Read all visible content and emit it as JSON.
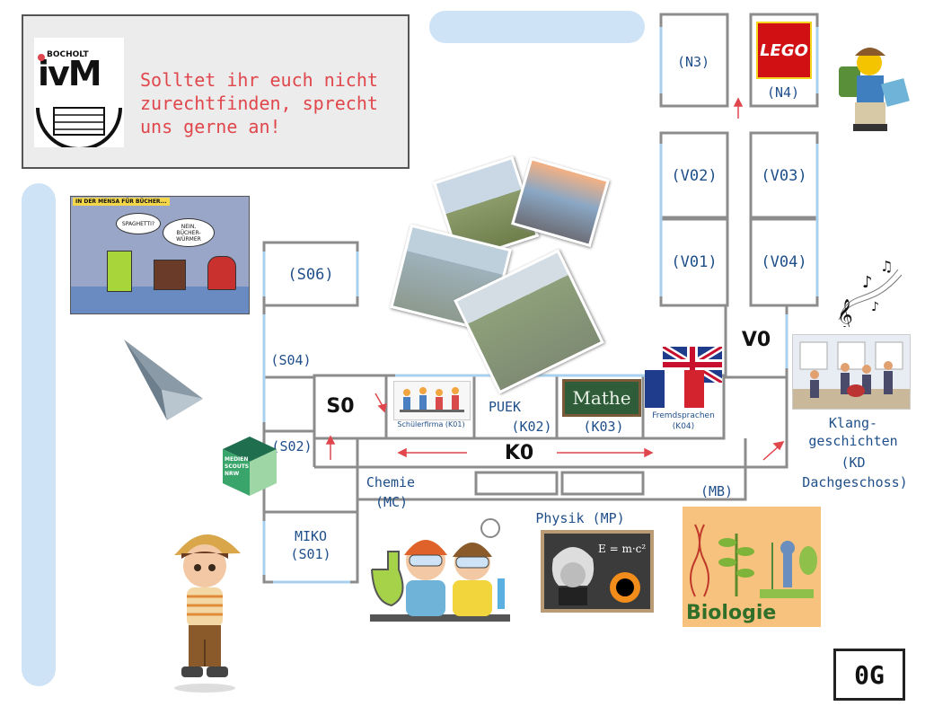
{
  "info_box": {
    "logo_top": "BOCHOLT",
    "logo_letters": "ivM",
    "message": "Solltet ihr euch nicht zurechtfinden, sprecht uns gerne an!"
  },
  "comic": {
    "caption": "IN DER MENSA FÜR BÜCHER...",
    "bubble1": "SPAGHETTI?",
    "bubble2": "NEIN, BÜCHER-WÜRMER"
  },
  "rooms": {
    "n3": "(N3)",
    "n4": "(N4)",
    "v02": "(V02)",
    "v03": "(V03)",
    "v01": "(V01)",
    "v04": "(V04)",
    "v0": "V0",
    "s06": "(S06)",
    "s04": "(S04)",
    "s0": "S0",
    "s02": "(S02)",
    "miko": "MIKO",
    "s01": "(S01)",
    "schuelerfirma": "Schülerfirma (K01)",
    "puek": "PUEK",
    "k02": "(K02)",
    "mathe": "Mathe",
    "k03": "(K03)",
    "fremdsprachen": "Fremdsprachen",
    "k04": "(K04)",
    "k0": "K0",
    "chemie": "Chemie",
    "mc": "(MC)",
    "physik": "Physik (MP)",
    "mb": "(MB)",
    "klang": "Klang-",
    "klang2": "geschichten",
    "kd": "(KD",
    "kd2": "Dachgeschoss)",
    "biologie": "Biologie",
    "einstein_formula": "E = m·c²",
    "lego": "LEGO",
    "medien": "MEDIEN SCOUTS NRW"
  },
  "floor_label": "0G",
  "colors": {
    "wall": "#8c8c8c",
    "window": "#a9d0ee",
    "text_blue": "#1f4f8a",
    "accent_red": "#e0474c",
    "bar_blue": "#cfe3f7"
  }
}
